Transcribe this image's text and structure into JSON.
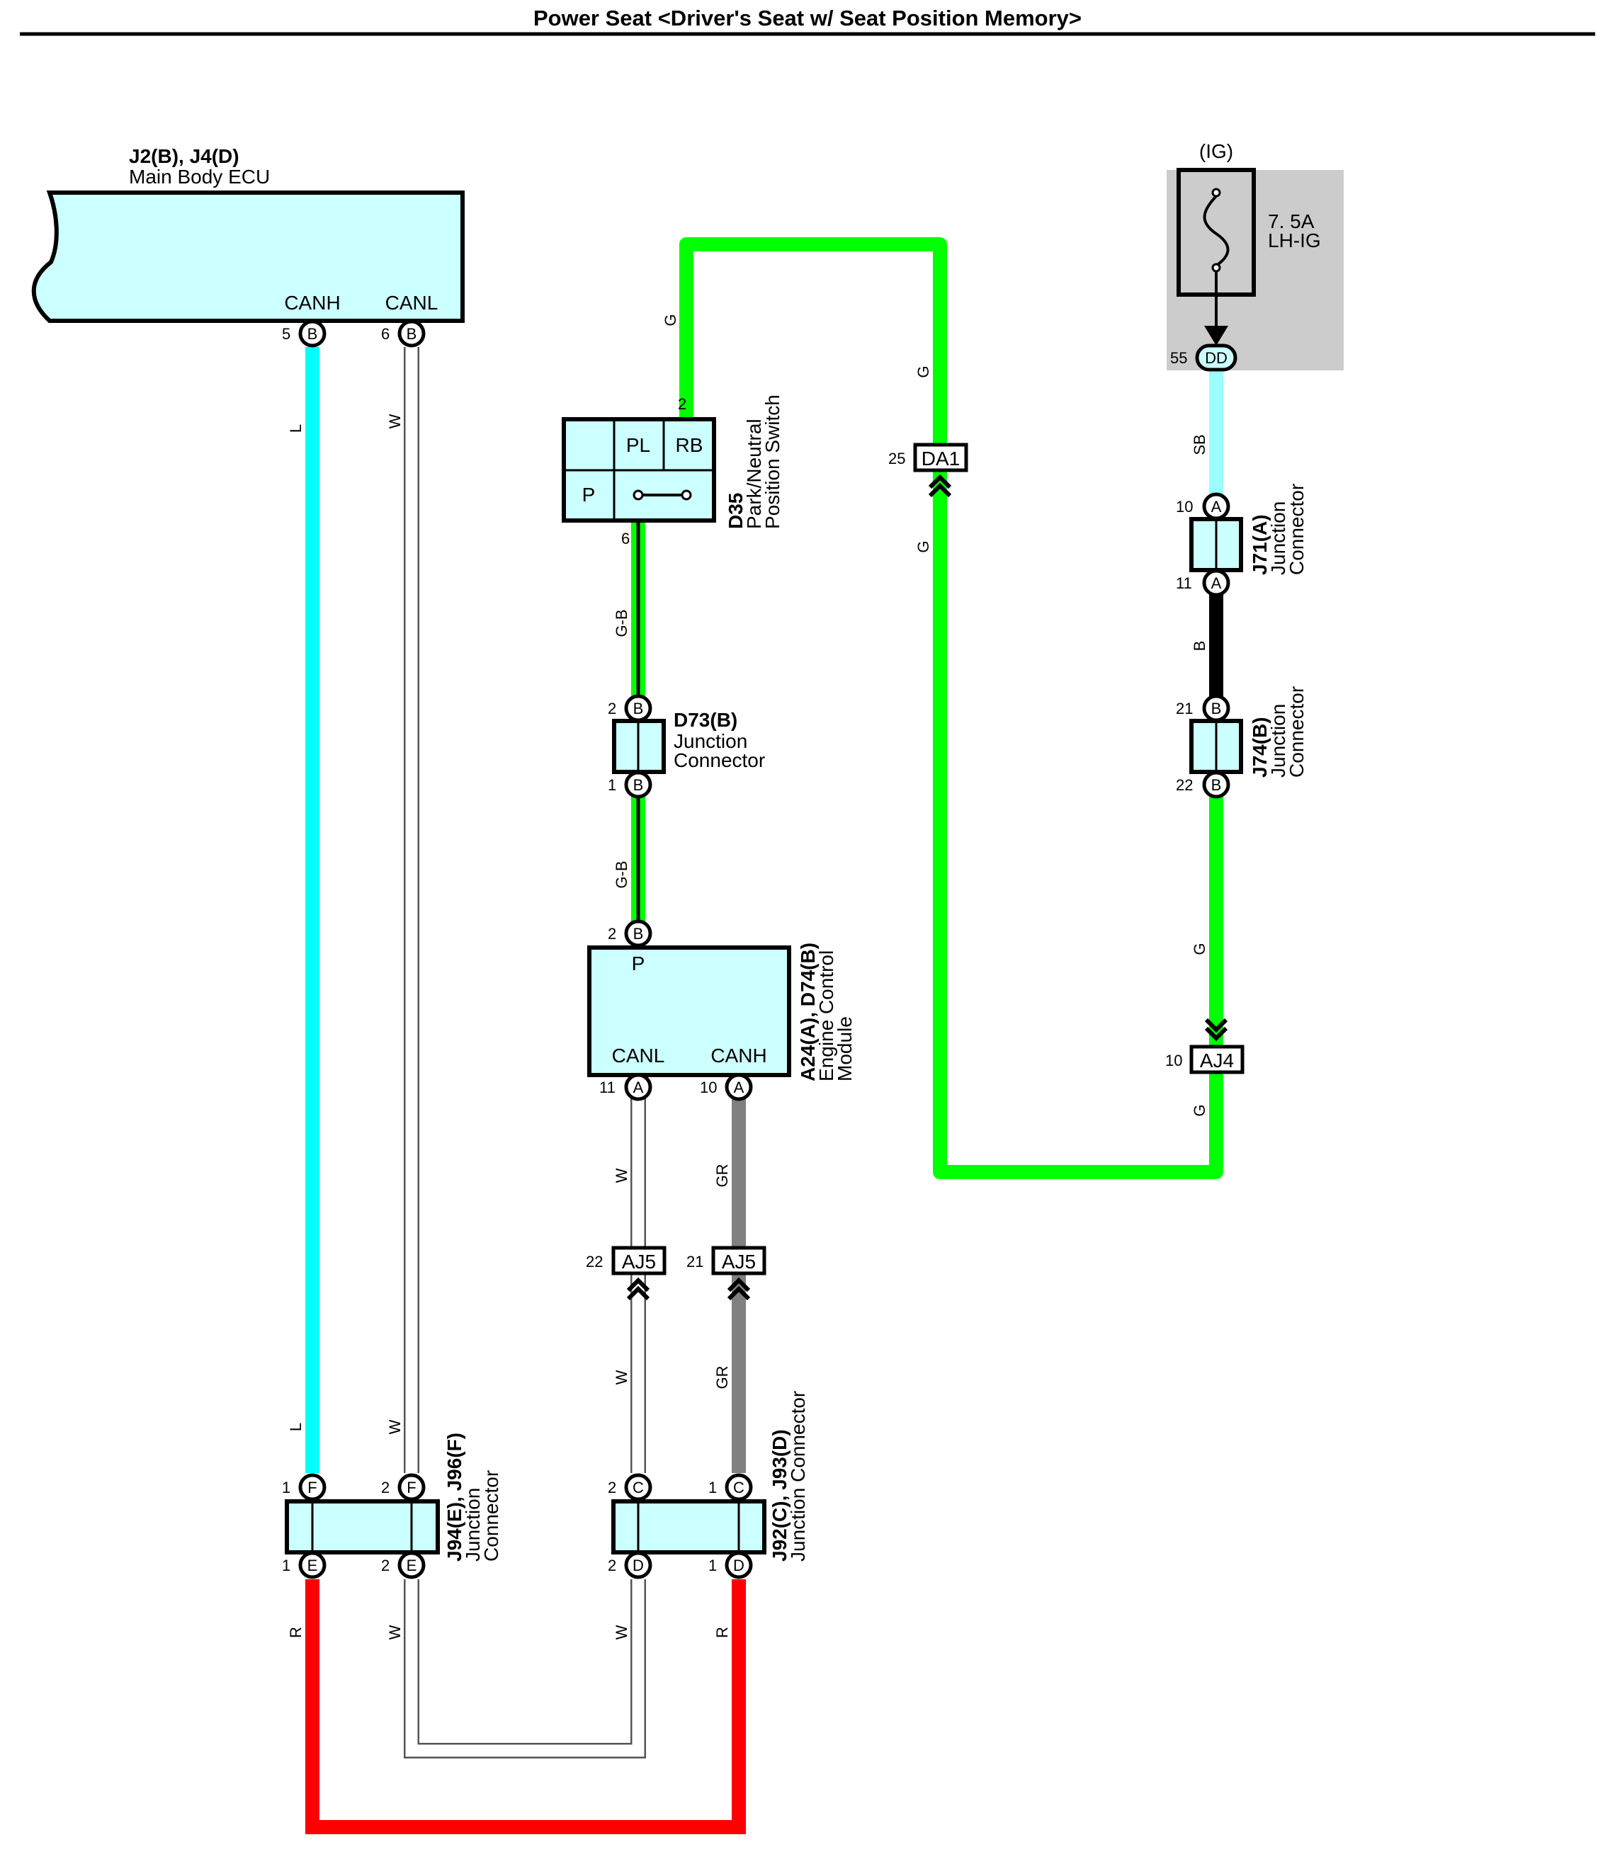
{
  "title": "Power Seat <Driver's Seat w/ Seat Position Memory>",
  "colors": {
    "component_fill": "#ccffff",
    "fuse_box_fill": "#cccccc",
    "wire_L": "#00ffff",
    "wire_W": "#ffffff",
    "wire_G": "#00ff00",
    "wire_GR": "#808080",
    "wire_R": "#ff0000",
    "wire_SB": "#99ffff",
    "wire_B": "#000000"
  },
  "components": {
    "main_body_ecu": {
      "code": "J2(B), J4(D)",
      "name": "Main Body ECU",
      "pin_canh": "CANH",
      "pin_canl": "CANL"
    },
    "fuse": {
      "source": "(IG)",
      "rating": "7. 5A",
      "name": "LH-IG"
    },
    "pn_switch": {
      "code": "D35",
      "name_line1": "Park/Neutral",
      "name_line2": "Position Switch",
      "pos_pl": "PL",
      "pos_rb": "RB",
      "pos_p": "P"
    },
    "d73": {
      "code": "D73(B)",
      "name_line1": "Junction",
      "name_line2": "Connector"
    },
    "ecm": {
      "code": "A24(A), D74(B)",
      "name_line1": "Engine Control",
      "name_line2": "Module",
      "pin_p": "P",
      "pin_canl": "CANL",
      "pin_canh": "CANH"
    },
    "j71": {
      "code": "J71(A)",
      "name_line1": "Junction",
      "name_line2": "Connector"
    },
    "j74": {
      "code": "J74(B)",
      "name_line1": "Junction",
      "name_line2": "Connector"
    },
    "j94": {
      "code": "J94(E), J96(F)",
      "name_line1": "Junction",
      "name_line2": "Connector"
    },
    "j92": {
      "code": "J92(C), J93(D)",
      "name": "Junction Connector"
    }
  },
  "connectors": {
    "da1": {
      "label": "DA1",
      "pin": "25"
    },
    "aj4": {
      "label": "AJ4",
      "pin": "10"
    },
    "aj5_w": {
      "label": "AJ5",
      "pin": "22"
    },
    "aj5_gr": {
      "label": "AJ5",
      "pin": "21"
    },
    "dd": {
      "label": "DD",
      "pin": "55"
    }
  },
  "pins": {
    "ecu_canh": {
      "num": "5",
      "letter": "B"
    },
    "ecu_canl": {
      "num": "6",
      "letter": "B"
    },
    "sw_top": {
      "num": "2"
    },
    "sw_bottom": {
      "num": "6"
    },
    "d73_top": {
      "num": "2",
      "letter": "B"
    },
    "d73_bot": {
      "num": "1",
      "letter": "B"
    },
    "ecm_p": {
      "num": "2",
      "letter": "B"
    },
    "ecm_canl": {
      "num": "11",
      "letter": "A"
    },
    "ecm_canh": {
      "num": "10",
      "letter": "A"
    },
    "j71_top": {
      "num": "10",
      "letter": "A"
    },
    "j71_bot": {
      "num": "11",
      "letter": "A"
    },
    "j74_top": {
      "num": "21",
      "letter": "B"
    },
    "j74_bot": {
      "num": "22",
      "letter": "B"
    },
    "j94_f1": {
      "num": "1",
      "letter": "F"
    },
    "j94_f2": {
      "num": "2",
      "letter": "F"
    },
    "j94_e1": {
      "num": "1",
      "letter": "E"
    },
    "j94_e2": {
      "num": "2",
      "letter": "E"
    },
    "j92_c2": {
      "num": "2",
      "letter": "C"
    },
    "j92_c1": {
      "num": "1",
      "letter": "C"
    },
    "j92_d2": {
      "num": "2",
      "letter": "D"
    },
    "j92_d1": {
      "num": "1",
      "letter": "D"
    }
  },
  "wires": {
    "L": "L",
    "W": "W",
    "G": "G",
    "GB": "G-B",
    "GR": "GR",
    "R": "R",
    "SB": "SB",
    "B": "B"
  }
}
